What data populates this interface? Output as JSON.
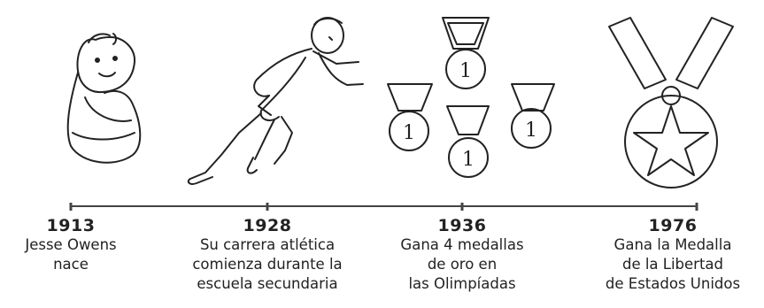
{
  "timeline": {
    "events": [
      {
        "year": "1913",
        "lines": [
          "Jesse Owens",
          "nace"
        ],
        "icon": "baby-icon"
      },
      {
        "year": "1928",
        "lines": [
          "Su carrera atlética",
          "comienza durante la",
          "escuela secundaria"
        ],
        "icon": "runner-icon"
      },
      {
        "year": "1936",
        "lines": [
          "Gana 4 medallas",
          "de oro en",
          "las Olimpíadas"
        ],
        "icon": "gold-medals-icon"
      },
      {
        "year": "1976",
        "lines": [
          "Gana la Medalla",
          "de la Libertad",
          "de Estados Unidos"
        ],
        "icon": "freedom-medal-icon"
      }
    ]
  }
}
